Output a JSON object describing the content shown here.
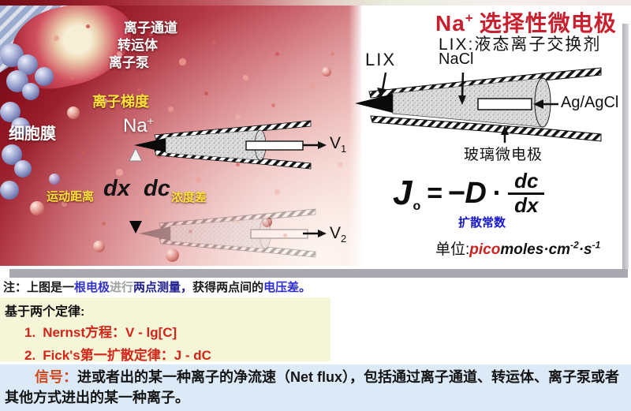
{
  "header": {
    "na": "Na",
    "na_sup": "+",
    "rest": "选择性微电极",
    "subtitle": "LIX:液态离子交换剂",
    "title_color": "#c8202e"
  },
  "photo": {
    "ion_channel": "离子通道",
    "transporter": "转运体",
    "ion_pump": "离子泵",
    "ion_gradient": "离子梯度",
    "na": "Na",
    "na_sup": "+",
    "cell_membrane": "细胞膜",
    "move_distance": "运动距离",
    "dx": "dx",
    "dc": "dc",
    "conc_diff": "浓度差",
    "v": "V",
    "v1_sub": "1",
    "v2_sub": "2",
    "label_yellow": "#ffe23c"
  },
  "diagram": {
    "lix": "LIX",
    "nacl": "NaCl",
    "ag_agcl": "Ag/AgCl",
    "glass": "玻璃微电极"
  },
  "formula": {
    "j": "J",
    "j_sub": "o",
    "equals": "=",
    "coeff": "−D",
    "dot": "·",
    "numerator": "dc",
    "denominator": "dx",
    "annotation": "扩散常数",
    "annotation_color": "#1515d0"
  },
  "units": {
    "prefix": "单位:",
    "pico": "pico",
    "mid": "moles·cm",
    "sup1": "-2",
    "mid2": "·s",
    "sup2": "-1",
    "pico_color": "#cc2222"
  },
  "note": {
    "segments": [
      {
        "text": "注：上图是一",
        "style": "color:#1a1a1a"
      },
      {
        "text": "根电极",
        "style": "color:#3333cc"
      },
      {
        "text": "进行",
        "style": "color:#9ba39b"
      },
      {
        "text": "两点测量，",
        "style": "color:#1b1b8e"
      },
      {
        "text": "获得两点间的",
        "style": "color:#1a1a1a"
      },
      {
        "text": "电压差。",
        "style": "color:#2d2dd0"
      }
    ]
  },
  "laws": {
    "heading": "基于两个定律:",
    "items": [
      {
        "num": "1.",
        "text": "Nernst方程：V - lg[C]"
      },
      {
        "num": "2.",
        "text": "Fick's第一扩散定律：J - dC"
      }
    ],
    "item_color": "#d2251a",
    "bg_color": "#f5f5d8"
  },
  "signal": {
    "label": "信号：",
    "text": "进或者出的某一种离子的净流速（Net flux），包括通过离子通道、转运体、离子泵或者其他方式进出的某一种离子。",
    "label_color": "#d2491f",
    "bg_color": "#dceaf8"
  }
}
